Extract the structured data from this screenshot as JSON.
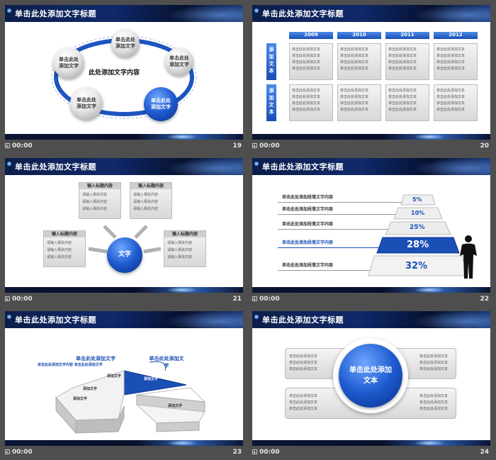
{
  "slides": [
    {
      "title": "单击此处添加文字标题",
      "time": "00:00",
      "number": "19",
      "center_text": "此处添加文字内容",
      "nodes": [
        "单击此处添加文字",
        "单击此处添加文字",
        "单击此处添加文字",
        "单击此处添加文字",
        "单击此处添加文字"
      ]
    },
    {
      "title": "单击此处添加文字标题",
      "time": "00:00",
      "number": "20",
      "years": [
        "2009",
        "2010",
        "2011",
        "2012"
      ],
      "row_labels": [
        "添加文本",
        "添加文本"
      ],
      "cell_lines": [
        "单击此处添加文本",
        "单击此处添加文本",
        "单击此处添加文本",
        "单击此处添加文本"
      ]
    },
    {
      "title": "单击此处添加文字标题",
      "time": "00:00",
      "number": "21",
      "center_text": "文字",
      "box_title": "输入标题内容",
      "box_line": "请输入相关内容"
    },
    {
      "title": "单击此处添加文字标题",
      "time": "00:00",
      "number": "22",
      "line_text": "单击此处添加段落文字内容",
      "percents": [
        "5%",
        "10%",
        "25%",
        "28%",
        "32%"
      ]
    },
    {
      "title": "单击此处添加文字标题",
      "time": "00:00",
      "number": "23",
      "caption_title": "单击此处添加文字",
      "caption_sub": "单击此处添加文字内容 单击此处添加文字",
      "callout": "单击此处添加文字",
      "slice_label": "添加文字"
    },
    {
      "title": "单击此处添加文字标题",
      "time": "00:00",
      "number": "24",
      "center_text": "单击此处添加文本",
      "side_line": "单击此处添加文本"
    }
  ],
  "colors": {
    "accent": "#1a4fb5",
    "header": "#0c1e4a",
    "page": "#4e4e4e"
  }
}
